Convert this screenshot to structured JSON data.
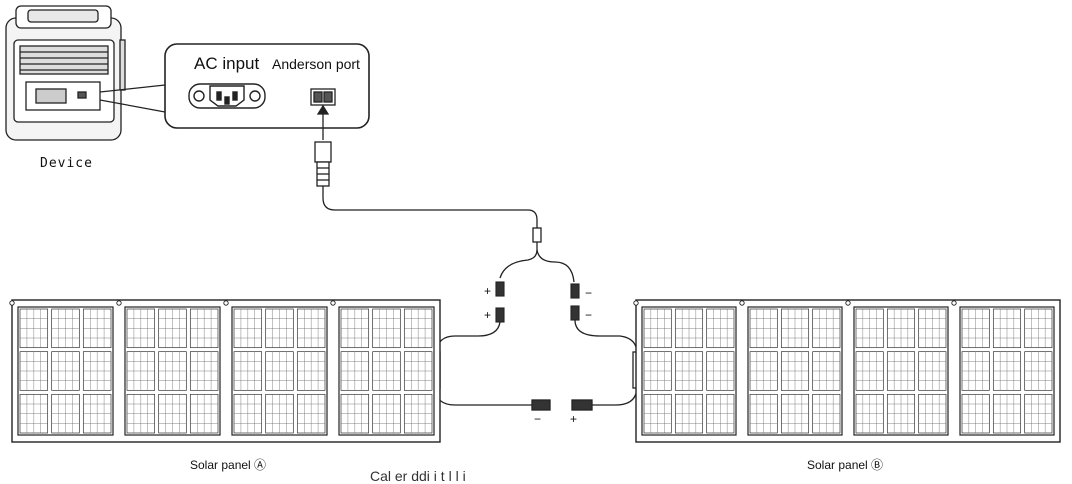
{
  "labels": {
    "ac_input": "AC input",
    "anderson_port": "Anderson port",
    "device": "Device",
    "solar_panel_a": "Solar panel Ⓐ",
    "solar_panel_b": "Solar panel Ⓑ",
    "bottom_caption_partial": "Cal    er    ddi  i      t  l    l        i"
  },
  "polarity": {
    "plus": "+",
    "minus": "−"
  },
  "panels": {
    "modules_per_panel": 4,
    "cell_columns": 3,
    "cell_rows": 3
  },
  "icons": {
    "device": "power-station-icon",
    "ac_socket": "ac-socket-icon",
    "anderson": "anderson-port-icon",
    "plug": "anderson-plug-icon",
    "connector": "mc4-connector-icon"
  }
}
